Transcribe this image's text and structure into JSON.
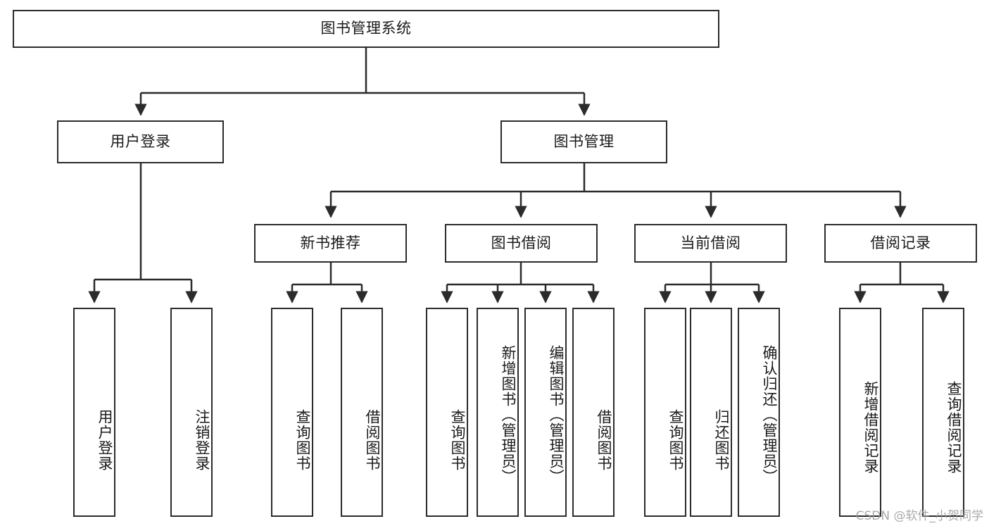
{
  "diagram": {
    "title": "图书管理系统",
    "type": "tree-hierarchy",
    "levels": 4,
    "line_color": "#2b2b2b",
    "box_fill": "#ffffff",
    "text_color": "#1a1a1a"
  },
  "nodes": {
    "root": {
      "label": "图书管理系统"
    },
    "level2": [
      {
        "label": "用户登录"
      },
      {
        "label": "图书管理"
      }
    ],
    "level3": [
      {
        "label": "新书推荐"
      },
      {
        "label": "图书借阅"
      },
      {
        "label": "当前借阅"
      },
      {
        "label": "借阅记录"
      }
    ],
    "leaves_user_login": [
      {
        "label": "用户登录"
      },
      {
        "label": "注销登录"
      }
    ],
    "leaves_new_books": [
      {
        "label": "查询图书"
      },
      {
        "label": "借阅图书"
      }
    ],
    "leaves_borrow": [
      {
        "label": "查询图书"
      },
      {
        "label": "新增图书（管理员）"
      },
      {
        "label": "编辑图书（管理员）"
      },
      {
        "label": "借阅图书"
      }
    ],
    "leaves_current": [
      {
        "label": "查询图书"
      },
      {
        "label": "归还图书"
      },
      {
        "label": "确认归还（管理员）"
      }
    ],
    "leaves_records": [
      {
        "label": "新增借阅记录"
      },
      {
        "label": "查询借阅记录"
      }
    ]
  },
  "watermark": {
    "text": "CSDN @软件_小贺同学"
  }
}
